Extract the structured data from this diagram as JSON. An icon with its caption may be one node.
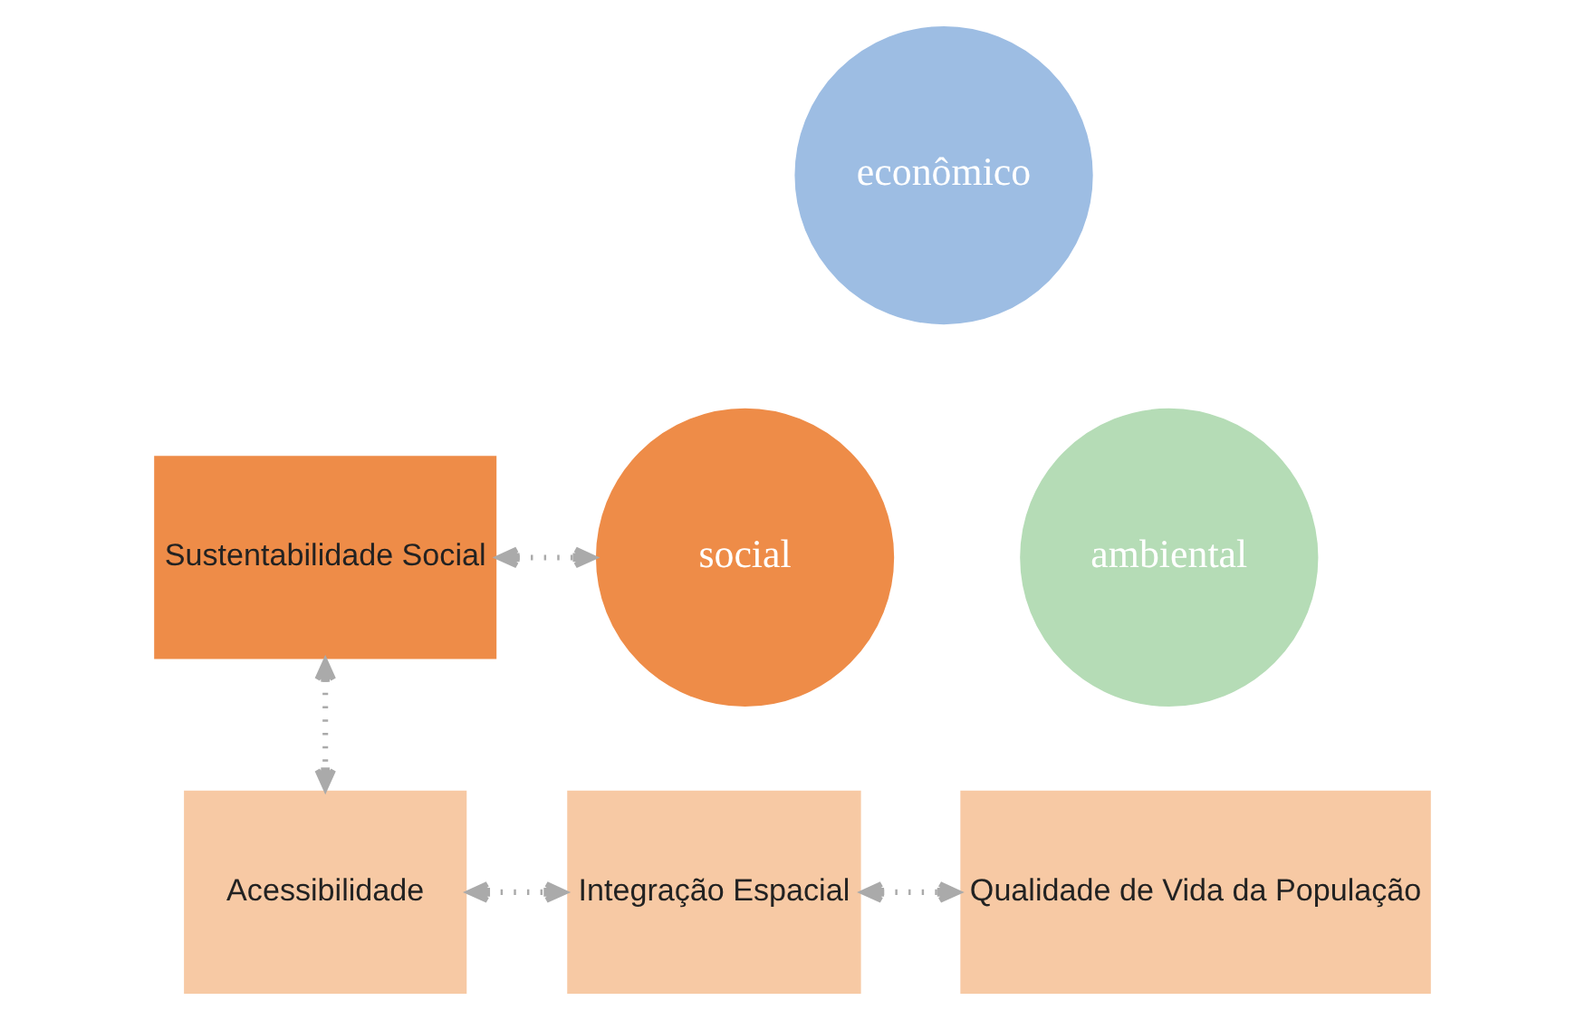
{
  "diagram": {
    "nodes": [
      {
        "text": [
          "Sustentabilidade Social"
        ]
      },
      {
        "text": [
          "econômico"
        ]
      },
      {
        "text": [
          "social"
        ]
      },
      {
        "text": [
          "ambiental"
        ]
      },
      {
        "text": [
          "Acessibilidade"
        ]
      },
      {
        "text": [
          "Integração Espacial"
        ]
      },
      {
        "text": [
          "Qualidade de Vida da População"
        ]
      }
    ],
    "edges": [
      {
        "from": 0,
        "to": 2,
        "arrow": "both",
        "style": "dashed"
      },
      {
        "from": 0,
        "to": 4,
        "arrow": "both",
        "style": "dashed"
      },
      {
        "from": 4,
        "to": 5,
        "arrow": "both",
        "style": "dashed"
      },
      {
        "from": 5,
        "to": 6,
        "arrow": "both",
        "style": "dashed"
      }
    ]
  }
}
